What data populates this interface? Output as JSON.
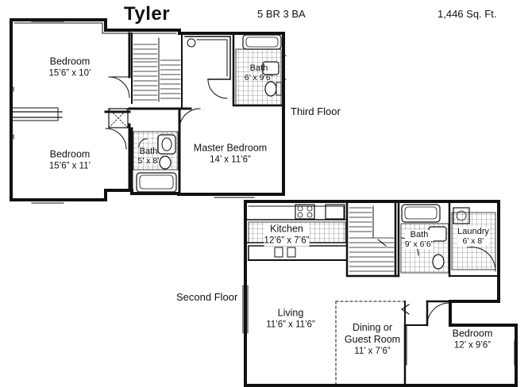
{
  "header": {
    "title": "Tyler",
    "beds_baths": "5 BR 3 BA",
    "area": "1,446 Sq. Ft."
  },
  "floors": {
    "third": "Third Floor",
    "second": "Second Floor"
  },
  "rooms": [
    {
      "id": "bedroom-1",
      "name": "Bedroom",
      "size": "15’6” x 10’"
    },
    {
      "id": "bedroom-2",
      "name": "Bedroom",
      "size": "15’6” x 11’"
    },
    {
      "id": "bath-upper-right",
      "name": "Bath",
      "size": "6’ x 9’6”"
    },
    {
      "id": "bath-upper-small",
      "name": "Bath",
      "size": "5’ x 8’"
    },
    {
      "id": "master-bedroom",
      "name": "Master Bedroom",
      "size": "14’ x 11’6”"
    },
    {
      "id": "kitchen",
      "name": "Kitchen",
      "size": "12’6” x 7’6”"
    },
    {
      "id": "bath-lower",
      "name": "Bath",
      "size": "9’ x 6’6”"
    },
    {
      "id": "laundry",
      "name": "Laundry",
      "size": "6’ x 8’"
    },
    {
      "id": "living",
      "name": "Living",
      "size": "11’6” x 11’6”"
    },
    {
      "id": "dining",
      "name": "Dining or Guest Room",
      "size": "11’ x 7’6”"
    },
    {
      "id": "bedroom-3",
      "name": "Bedroom",
      "size": "12’ x 9’6”"
    }
  ]
}
